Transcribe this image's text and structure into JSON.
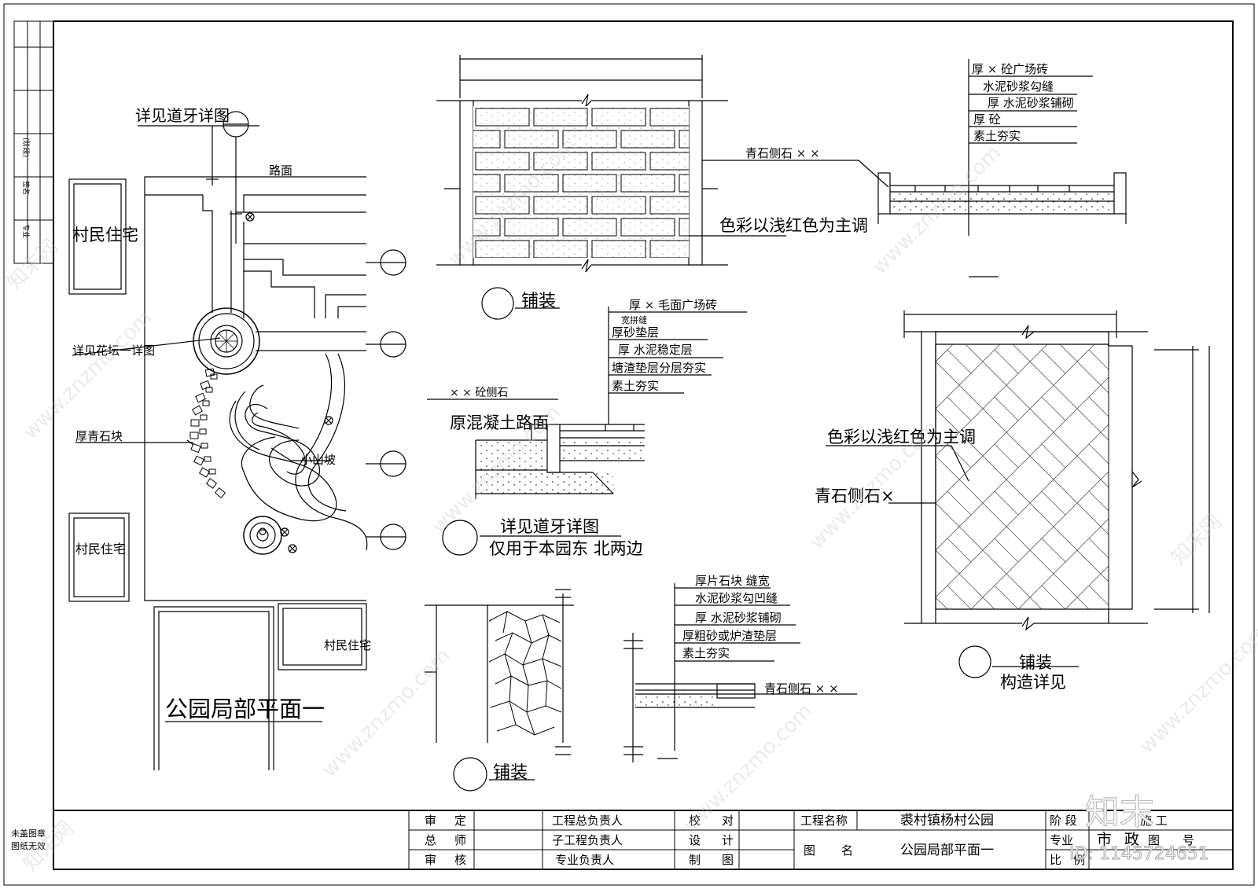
{
  "margin_notes": {
    "line1": "未盖图章",
    "line2": "图纸无效"
  },
  "left_strip": {
    "a": "(阶段)",
    "b": "签名",
    "c": "专业"
  },
  "plan": {
    "title": "公园局部平面一",
    "label_kerb_detail": "详见道牙详图",
    "label_road": "路面",
    "label_residence_1": "村民住宅",
    "label_residence_2": "村民住宅",
    "label_residence_3": "村民住宅",
    "label_flowerbed": "详见花坛一详图",
    "label_bluestone": "厚青石块",
    "label_hill": "小山坡"
  },
  "detail_paving_1": {
    "label": "铺装",
    "note_color": "色彩以浅红色为主调",
    "note_edge": "青石侧石  ×  ×"
  },
  "section_1": {
    "layers": [
      "厚  ×        砼广场砖",
      "水泥砂浆勾缝",
      "厚  水泥砂浆铺砌",
      "厚     砼",
      "素土夯实"
    ],
    "mark": "一"
  },
  "kerb_detail": {
    "layers": [
      "厚  ×       毛面广场砖",
      "宽拼缝",
      "厚砂垫层",
      "厚  水泥稳定层",
      "塘渣垫层分层夯实",
      "素土夯实"
    ],
    "label_curb": "×    ×               砼侧石",
    "label_road": "原混凝土路面",
    "title_1": "详见道牙详图",
    "title_2": "仅用于本园东  北两边"
  },
  "detail_paving_2": {
    "label": "铺装",
    "note_color": "色彩以浅红色为主调",
    "note_edge": "青石侧石×",
    "title_1": "铺装",
    "title_2": "构造详见"
  },
  "detail_paving_3": {
    "label": "铺装"
  },
  "section_2": {
    "layers": [
      "厚片石块  缝宽",
      "水泥砂浆勾凹缝",
      "厚  水泥砂浆铺砌",
      "厚粗砂或炉渣垫层",
      "素土夯实"
    ],
    "edge": "青石侧石  ×   ×",
    "mark": "一"
  },
  "title_block": {
    "r1": [
      "审",
      "定",
      "工程总负责人",
      "校",
      "对",
      "工程名称",
      "裘村镇杨村公园",
      "阶  段",
      "施  工"
    ],
    "r2": [
      "总",
      "师",
      "子工程负责人",
      "设",
      "计",
      "图",
      "名",
      "公园局部平面一",
      "专业",
      "市",
      "政",
      "图",
      "号"
    ],
    "r3": [
      "审",
      "核",
      "专业负责人",
      "制",
      "图",
      "比",
      "例"
    ]
  },
  "watermark": {
    "site": "www.znzmo.com",
    "brand": "知末网",
    "logo": "知末",
    "id": "ID: 1145724651"
  }
}
